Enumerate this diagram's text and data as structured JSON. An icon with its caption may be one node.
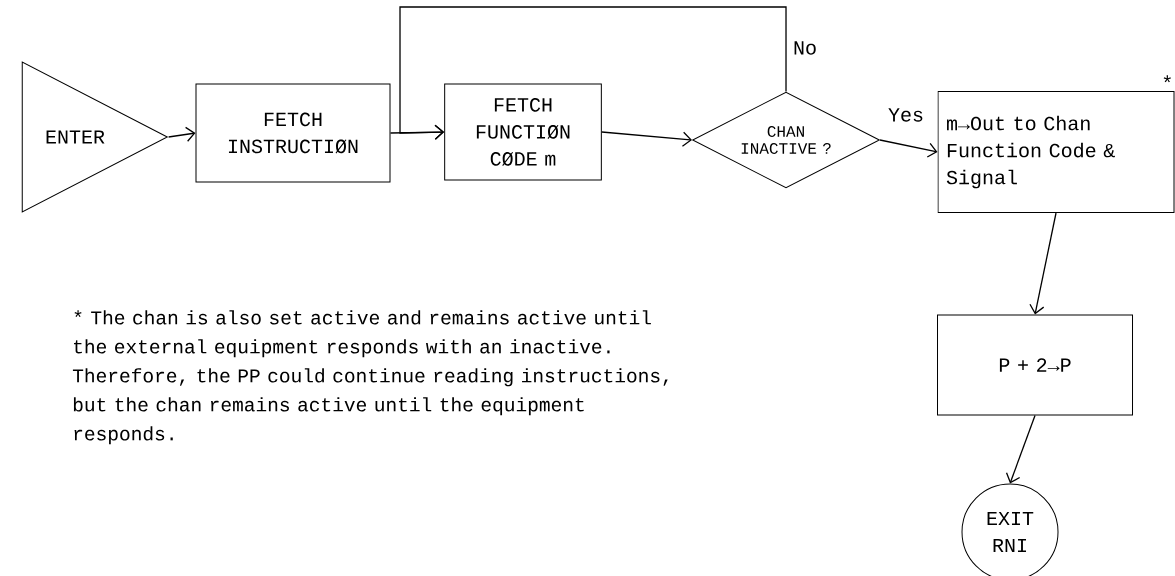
{
  "diagram": {
    "nodes": [
      {
        "text": [
          "ENTER"
        ]
      },
      {
        "text": [
          "FETCH INSTRUCTIØN"
        ]
      },
      {
        "text": [
          "FETCH FUNCTIØN CØDE m"
        ]
      },
      {
        "text": [
          "CHAN INACTIVE ?"
        ]
      },
      {
        "text": [
          "m→Out to Chan Function Code & Signal"
        ],
        "beside": [
          "*"
        ]
      },
      {
        "text": [
          "P + 2→P"
        ]
      },
      {
        "text": [
          "EXIT RNI"
        ]
      }
    ],
    "edges": [
      {
        "from": 0,
        "to": 1,
        "arrow": "to"
      },
      {
        "from": 1,
        "to": 2,
        "arrow": "to"
      },
      {
        "from": 2,
        "to": 3,
        "arrow": "to"
      },
      {
        "from": 3,
        "to": 4,
        "arrow": "to",
        "label": "Yes"
      },
      {
        "from": 3,
        "to": 2,
        "arrow": "to",
        "label": "No"
      },
      {
        "from": 4,
        "to": 5,
        "arrow": "to"
      },
      {
        "from": 5,
        "to": 6,
        "arrow": "to"
      }
    ],
    "labels": [
      "* The chan is also set active and remains active until the external equipment responds with an inactive. Therefore, the PP could continue reading instructions, but the chan remains active until the equipment responds."
    ]
  }
}
